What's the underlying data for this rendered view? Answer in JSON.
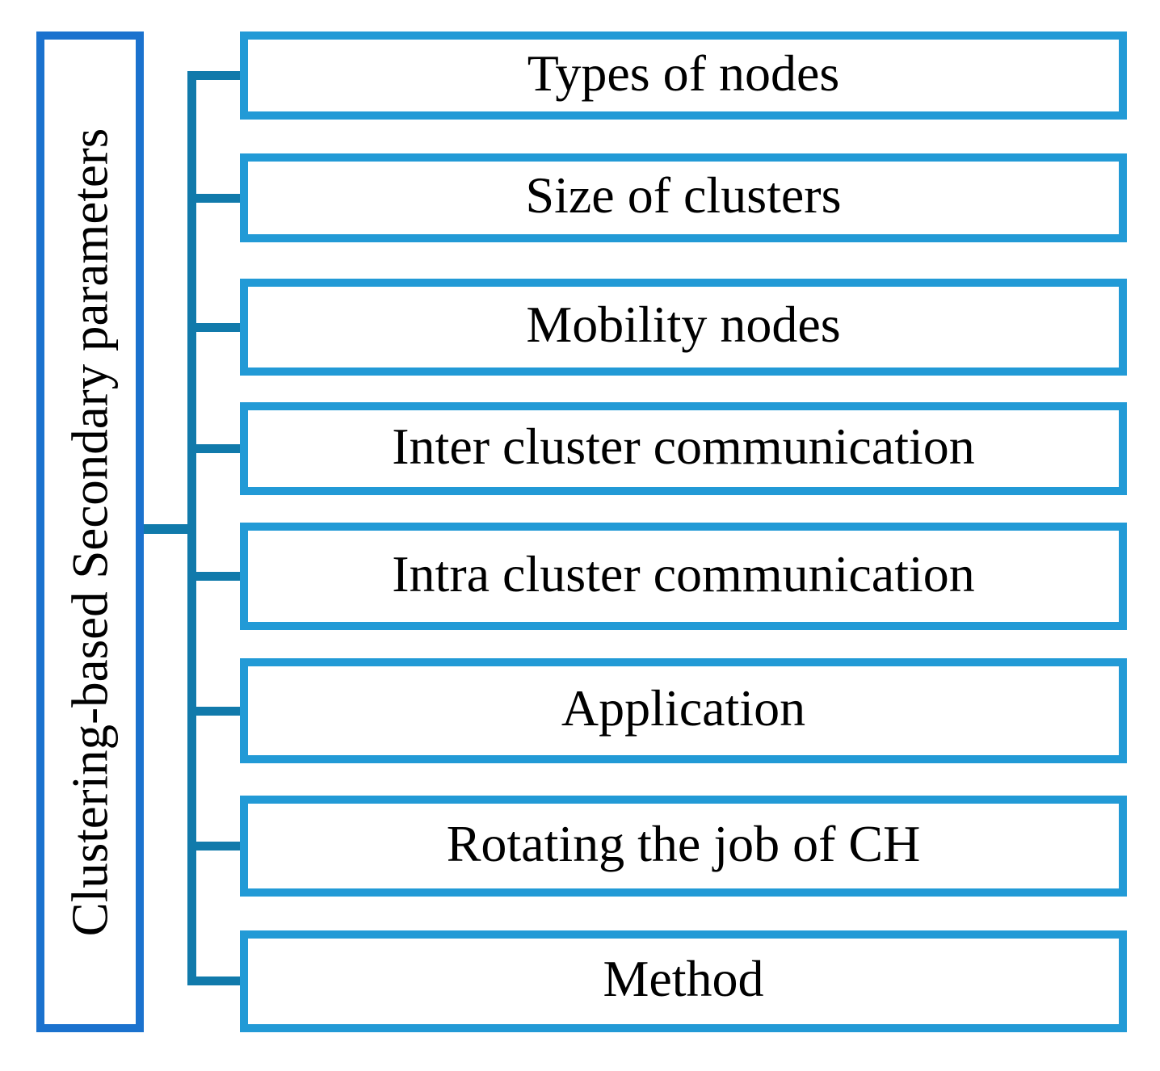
{
  "diagram": {
    "root": {
      "label": "Clustering-based Secondary parameters"
    },
    "children": [
      {
        "label": "Types of nodes"
      },
      {
        "label": "Size of clusters"
      },
      {
        "label": "Mobility nodes"
      },
      {
        "label": "Inter cluster communication"
      },
      {
        "label": "Intra cluster communication"
      },
      {
        "label": "Application"
      },
      {
        "label": "Rotating the job of CH"
      },
      {
        "label": "Method"
      }
    ],
    "colors": {
      "root_border": "#1B72CE",
      "child_border": "#229AD6",
      "connector": "#117AAB",
      "text": "#000000",
      "background": "#FFFFFF"
    }
  }
}
